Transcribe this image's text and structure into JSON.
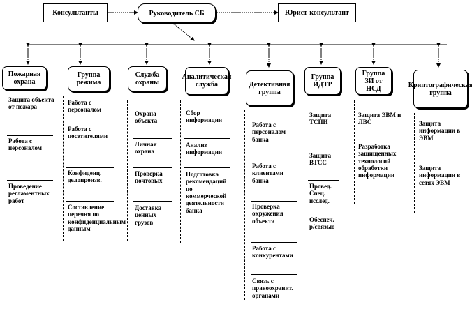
{
  "top": {
    "left": "Консультанты",
    "center": "Руководитель СБ",
    "right": "Юрист-консультант"
  },
  "columns": [
    {
      "title": "Пожарная охрана",
      "items": [
        "Защита объекта от пожара",
        "Работа с персоналом",
        "Проведение регламентных работ"
      ]
    },
    {
      "title": "Группа режима",
      "items": [
        "Работа с персоналом",
        "Работа с посетителями",
        "Конфиденц. делопроизв.",
        "Составление перечня по конфиденциальным данным"
      ]
    },
    {
      "title": "Служба охраны",
      "items": [
        "Охрана объекта",
        "Личная охрана",
        "Проверка почтовых",
        "Доставка ценных грузов"
      ]
    },
    {
      "title": "Аналитическая служба",
      "items": [
        "Сбор информации",
        "Анализ информации",
        "Подготовка рекомендаций по коммерческой деятельности банка"
      ]
    },
    {
      "title": "Детективная группа",
      "items": [
        "Работа с персоналом банка",
        "Работа с клиентами банка",
        "Проверка окружения объекта",
        "Работа с конкурентами",
        "Связь с правоохранит. органами"
      ]
    },
    {
      "title": "Группа ИДТР",
      "items": [
        "Защита ТСПИ",
        "Защита ВТСС",
        "Провед. Спец. исслед.",
        "Обеспеч. р/связью"
      ]
    },
    {
      "title": "Группа ЗИ от НСД",
      "items": [
        "Защита ЭВМ и ЛВС",
        "Разработка защищенных технологий обработки информации"
      ]
    },
    {
      "title": "Криптографическая группа",
      "items": [
        "Защита информации в ЭВМ",
        "Защита информации в сетях ЭВМ"
      ]
    }
  ]
}
